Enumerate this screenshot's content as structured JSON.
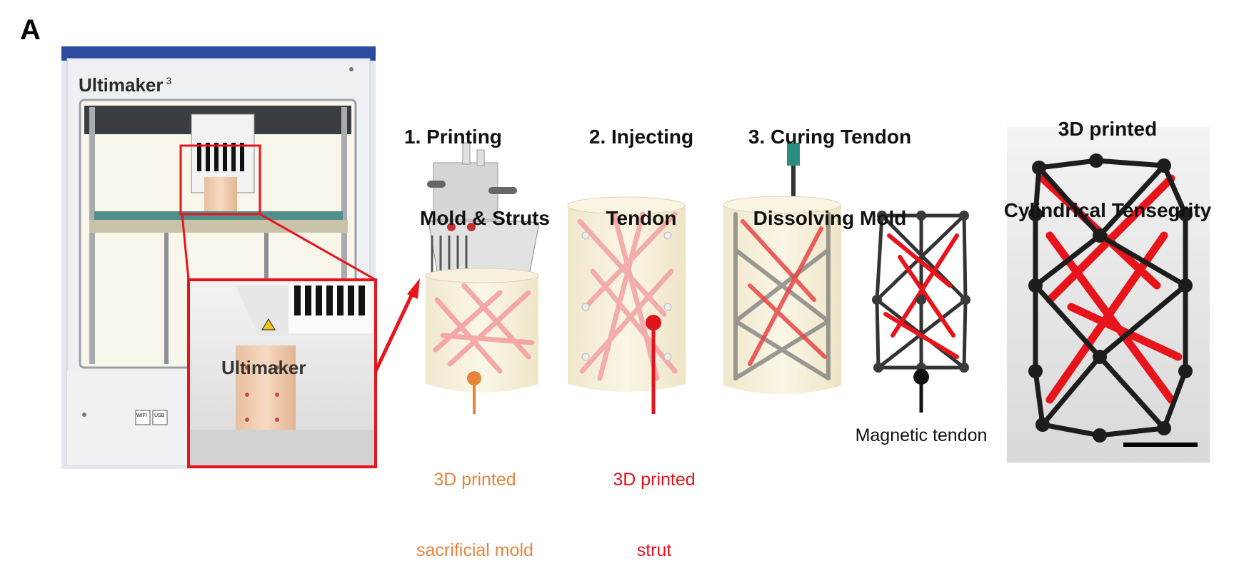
{
  "panel_label": "A",
  "printer_brand": "Ultimaker",
  "printer_model_sup": "3",
  "printer_zoom_brand": "Ultimaker",
  "ports": {
    "wifi": "WIFI",
    "usb": "USB"
  },
  "steps": [
    {
      "line1": "1. Printing",
      "line2": "Mold & Struts"
    },
    {
      "line1": "2. Injecting",
      "line2": "Tendon"
    },
    {
      "line1": "3. Curing Tendon",
      "line2": "Dissolving Mold"
    }
  ],
  "result_title": {
    "line1": "3D printed",
    "line2": "Cylindrical Tensegrity"
  },
  "labels": {
    "mold": {
      "line1": "3D printed",
      "line2": "sacrificial mold",
      "color": "#e8843a"
    },
    "strut": {
      "line1": "3D printed",
      "line2": "strut",
      "color": "#e0141c"
    },
    "tendon": {
      "text": "Magnetic tendon",
      "color": "#111111"
    }
  },
  "colors": {
    "highlight": "#e8141c",
    "strut": "#e8141c",
    "tendon": "#2e2e2e",
    "mold": "#f3ecd6"
  }
}
